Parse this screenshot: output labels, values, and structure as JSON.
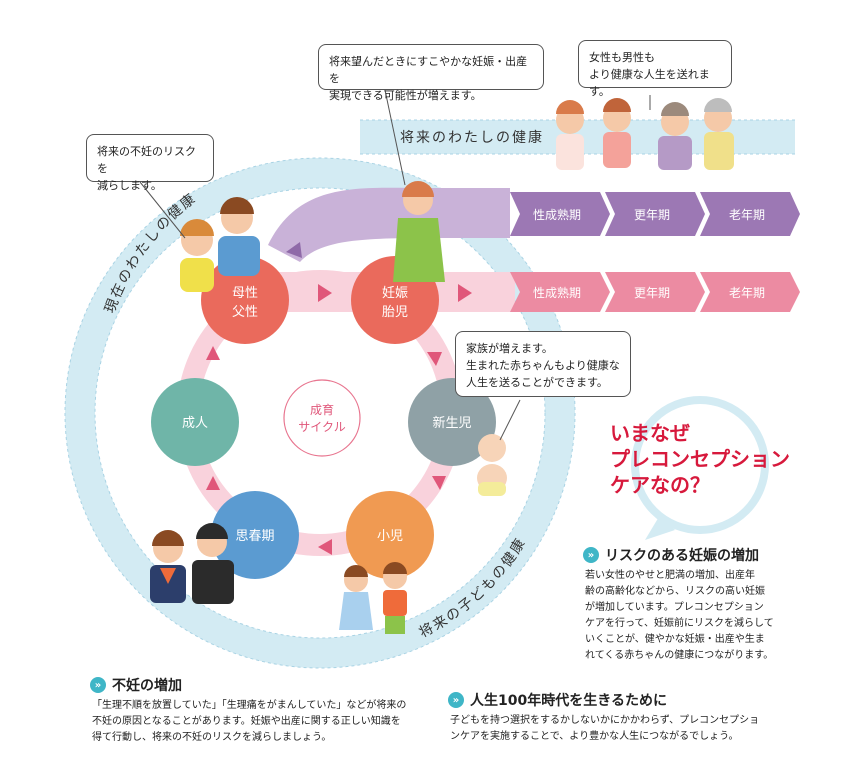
{
  "colors": {
    "purple": "#b59ac6",
    "purple_dark": "#8f6aa8",
    "pink": "#f4b3c3",
    "pink_dark": "#e8758f",
    "pink_arrow": "#e0577a",
    "light_blue": "#d3ebf3",
    "ring_blue": "#cfe8f2",
    "coral": "#ea6a5c",
    "teal": "#6fb5a8",
    "gray": "#8fa1a6",
    "orange": "#f09a52",
    "blue": "#5b9bd1",
    "headline_red": "#d7193c",
    "accent_cyan": "#3fb6c7"
  },
  "bands": {
    "future_health": "将来のわたしの健康",
    "current_health": "現在のわたしの健康",
    "future_child_health": "将来の子どもの健康"
  },
  "cycle_center": "成育\nサイクル",
  "stages": {
    "parent": [
      "母性",
      "父性"
    ],
    "pregnancy": [
      "妊娠",
      "胎児"
    ],
    "newborn": "新生児",
    "child": "小児",
    "puberty": "思春期",
    "adult": "成人"
  },
  "rows": {
    "upper": [
      "性成熟期",
      "更年期",
      "老年期"
    ],
    "lower": [
      "性成熟期",
      "更年期",
      "老年期"
    ]
  },
  "bubbles": {
    "pregnancy": [
      "将来望んだときにすこやかな妊娠・出産を",
      "実現できる可能性が増えます。"
    ],
    "all_genders": [
      "女性も男性も",
      "より健康な人生を送れます。"
    ],
    "infertility_risk": [
      "将来の不妊のリスクを",
      "減らします。"
    ],
    "family": [
      "家族が増えます。",
      "生まれた赤ちゃんもより健康な",
      "人生を送ることができます。"
    ]
  },
  "headline": [
    "いまなぜ",
    "プレコンセプション",
    "ケアなの？"
  ],
  "sections": {
    "risk": {
      "title": "リスクのある妊娠の増加",
      "body": [
        "若い女性のやせと肥満の増加、出産年",
        "齢の高齢化などから、リスクの高い妊娠",
        "が増加しています。プレコンセプション",
        "ケアを行って、妊娠前にリスクを減らして",
        "いくことが、健やかな妊娠・出産や生ま",
        "れてくる赤ちゃんの健康につながります。"
      ]
    },
    "infertility": {
      "title": "不妊の増加",
      "body": [
        "「生理不順を放置していた」「生理痛をがまんしていた」などが将来の",
        "不妊の原因となることがあります。妊娠や出産に関する正しい知識を",
        "得て行動し、将来の不妊のリスクを減らしましょう。"
      ]
    },
    "life100": {
      "title": "人生100年時代を生きるために",
      "body": [
        "子どもを持つ選択をするかしないかにかかわらず、プレコンセプショ",
        "ンケアを実施することで、より豊かな人生につながるでしょう。"
      ]
    }
  },
  "icons": {
    "section_marker": "double-chevron-icon",
    "stage_arrow": "triangle-arrow-icon"
  }
}
